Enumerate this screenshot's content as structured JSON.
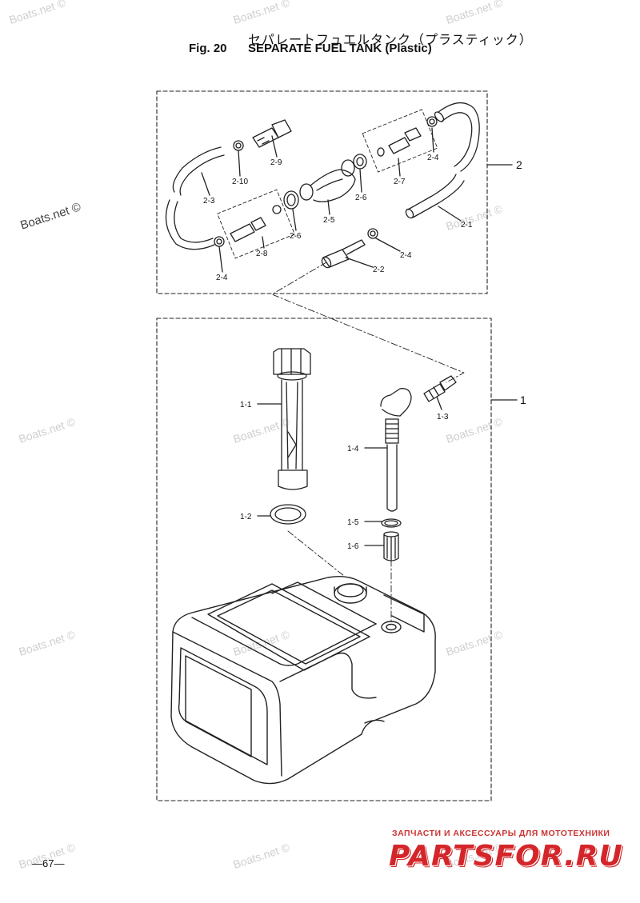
{
  "header": {
    "title_jp": "セパレートフュエルタンク（プラスティック）",
    "fig": "Fig. 20",
    "title_en": "SEPARATE FUEL TANK (Plastic)"
  },
  "watermark": "Boats.net ©",
  "page_number": "—67—",
  "brand": {
    "subtitle": "ЗАПЧАСТИ И АКСЕССУАРЫ ДЛЯ МОТОТЕХНИКИ",
    "name": "PARTSFOR.RU"
  },
  "callouts": {
    "group_1": "1",
    "group_2": "2",
    "p1_1": "1-1",
    "p1_2": "1-2",
    "p1_3": "1-3",
    "p1_4": "1-4",
    "p1_5": "1-5",
    "p1_6": "1-6",
    "p2_1": "2-1",
    "p2_2": "2-2",
    "p2_3": "2-3",
    "p2_4a": "2-4",
    "p2_4b": "2-4",
    "p2_4c": "2-4",
    "p2_5": "2-5",
    "p2_6a": "2-6",
    "p2_6b": "2-6",
    "p2_7": "2-7",
    "p2_8": "2-8",
    "p2_9": "2-9",
    "p2_10": "2-10"
  }
}
